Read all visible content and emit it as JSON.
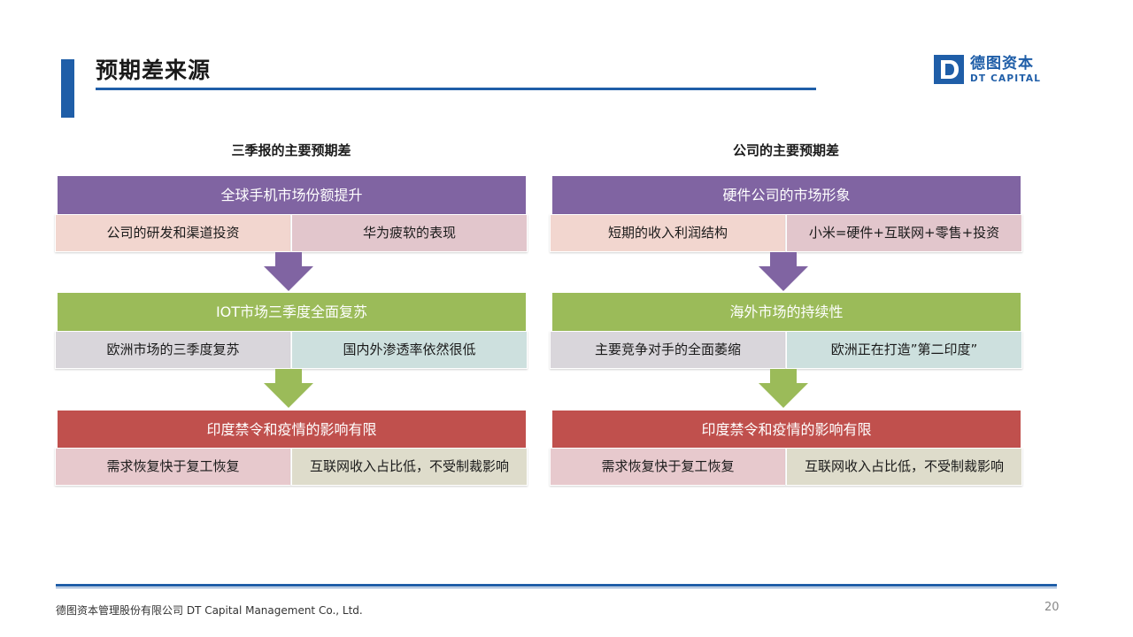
{
  "page": {
    "title": "预期差来源",
    "number": "20"
  },
  "logo": {
    "mark": "D",
    "name_cn": "德图资本",
    "name_en": "DT CAPITAL"
  },
  "footer": {
    "company": "德图资本管理股份有限公司 DT Capital Management Co., Ltd."
  },
  "colors": {
    "accent": "#1f5ea8",
    "purple": "#8064a2",
    "green": "#9bbb59",
    "red": "#c0504d"
  },
  "left": {
    "title": "三季报的主要预期差",
    "blocks": [
      {
        "header": "全球手机市场份额提升",
        "items": [
          "公司的研发和渠道投资",
          "华为疲软的表现"
        ]
      },
      {
        "header": "IOT市场三季度全面复苏",
        "items": [
          "欧洲市场的三季度复苏",
          "国内外渗透率依然很低"
        ]
      },
      {
        "header": "印度禁令和疫情的影响有限",
        "items": [
          "需求恢复快于复工恢复",
          "互联网收入占比低，不受制裁影响"
        ]
      }
    ]
  },
  "right": {
    "title": "公司的主要预期差",
    "blocks": [
      {
        "header": "硬件公司的市场形象",
        "items": [
          "短期的收入利润结构",
          "小米=硬件+互联网+零售+投资"
        ]
      },
      {
        "header": "海外市场的持续性",
        "items": [
          "主要竞争对手的全面萎缩",
          "欧洲正在打造”第二印度”"
        ]
      },
      {
        "header": "印度禁令和疫情的影响有限",
        "items": [
          "需求恢复快于复工恢复",
          "互联网收入占比低，不受制裁影响"
        ]
      }
    ]
  },
  "icons": [
    "down-arrow-icon",
    "logo-d-icon"
  ]
}
